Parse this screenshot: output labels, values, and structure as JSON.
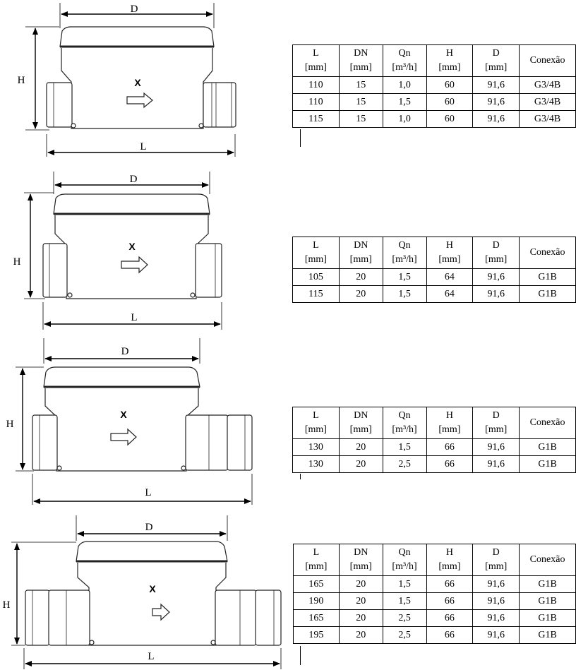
{
  "dimension_labels": {
    "diameter": "D",
    "height": "H",
    "length": "L",
    "flow_marker": "X"
  },
  "table_headers": [
    {
      "name": "L",
      "unit": "[mm]"
    },
    {
      "name": "DN",
      "unit": "[mm]"
    },
    {
      "name": "Qn",
      "unit": "[m³/h]"
    },
    {
      "name": "H",
      "unit": "[mm]"
    },
    {
      "name": "D",
      "unit": "[mm]"
    },
    {
      "name": "Conexão",
      "unit": ""
    }
  ],
  "sections": [
    {
      "rows": [
        [
          "110",
          "15",
          "1,0",
          "60",
          "91,6",
          "G3/4B"
        ],
        [
          "110",
          "15",
          "1,5",
          "60",
          "91,6",
          "G3/4B"
        ],
        [
          "115",
          "15",
          "1,0",
          "60",
          "91,6",
          "G3/4B"
        ]
      ]
    },
    {
      "rows": [
        [
          "105",
          "20",
          "1,5",
          "64",
          "91,6",
          "G1B"
        ],
        [
          "115",
          "20",
          "1,5",
          "64",
          "91,6",
          "G1B"
        ]
      ]
    },
    {
      "rows": [
        [
          "130",
          "20",
          "1,5",
          "66",
          "91,6",
          "G1B"
        ],
        [
          "130",
          "20",
          "2,5",
          "66",
          "91,6",
          "G1B"
        ]
      ]
    },
    {
      "rows": [
        [
          "165",
          "20",
          "1,5",
          "66",
          "91,6",
          "G1B"
        ],
        [
          "190",
          "20",
          "1,5",
          "66",
          "91,6",
          "G1B"
        ],
        [
          "165",
          "20",
          "2,5",
          "66",
          "91,6",
          "G1B"
        ],
        [
          "195",
          "20",
          "2,5",
          "66",
          "91,6",
          "G1B"
        ]
      ]
    }
  ]
}
